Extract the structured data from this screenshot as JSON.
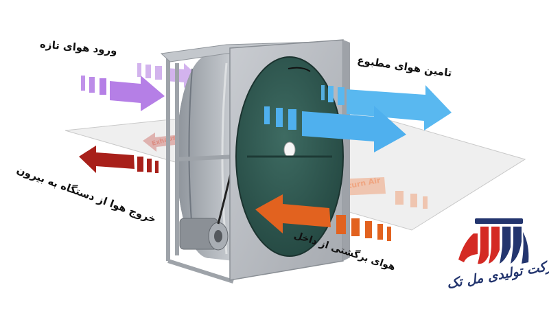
{
  "labels": {
    "fresh_air_in": "ورود هوای تازه",
    "supply_air": "تامین هوای مطبوع",
    "exhaust_out": "خروج هوا از دستگاه به بیرون",
    "return_in": "هوای برگشتی از داخل",
    "return_air_en": "Return Air",
    "exhaust_en": "Exhaust"
  },
  "logo": {
    "company": "شرکت تولیدی مل تک"
  },
  "colors": {
    "fresh_air": "#b57fe6",
    "supply_air": "#59b8f0",
    "exhaust_air": "#a8201a",
    "return_air": "#e2621f",
    "wheel_media": "#2f5a52",
    "frame": "#b9bcc2",
    "logo_red": "#d42a24",
    "logo_navy": "#23356e"
  }
}
